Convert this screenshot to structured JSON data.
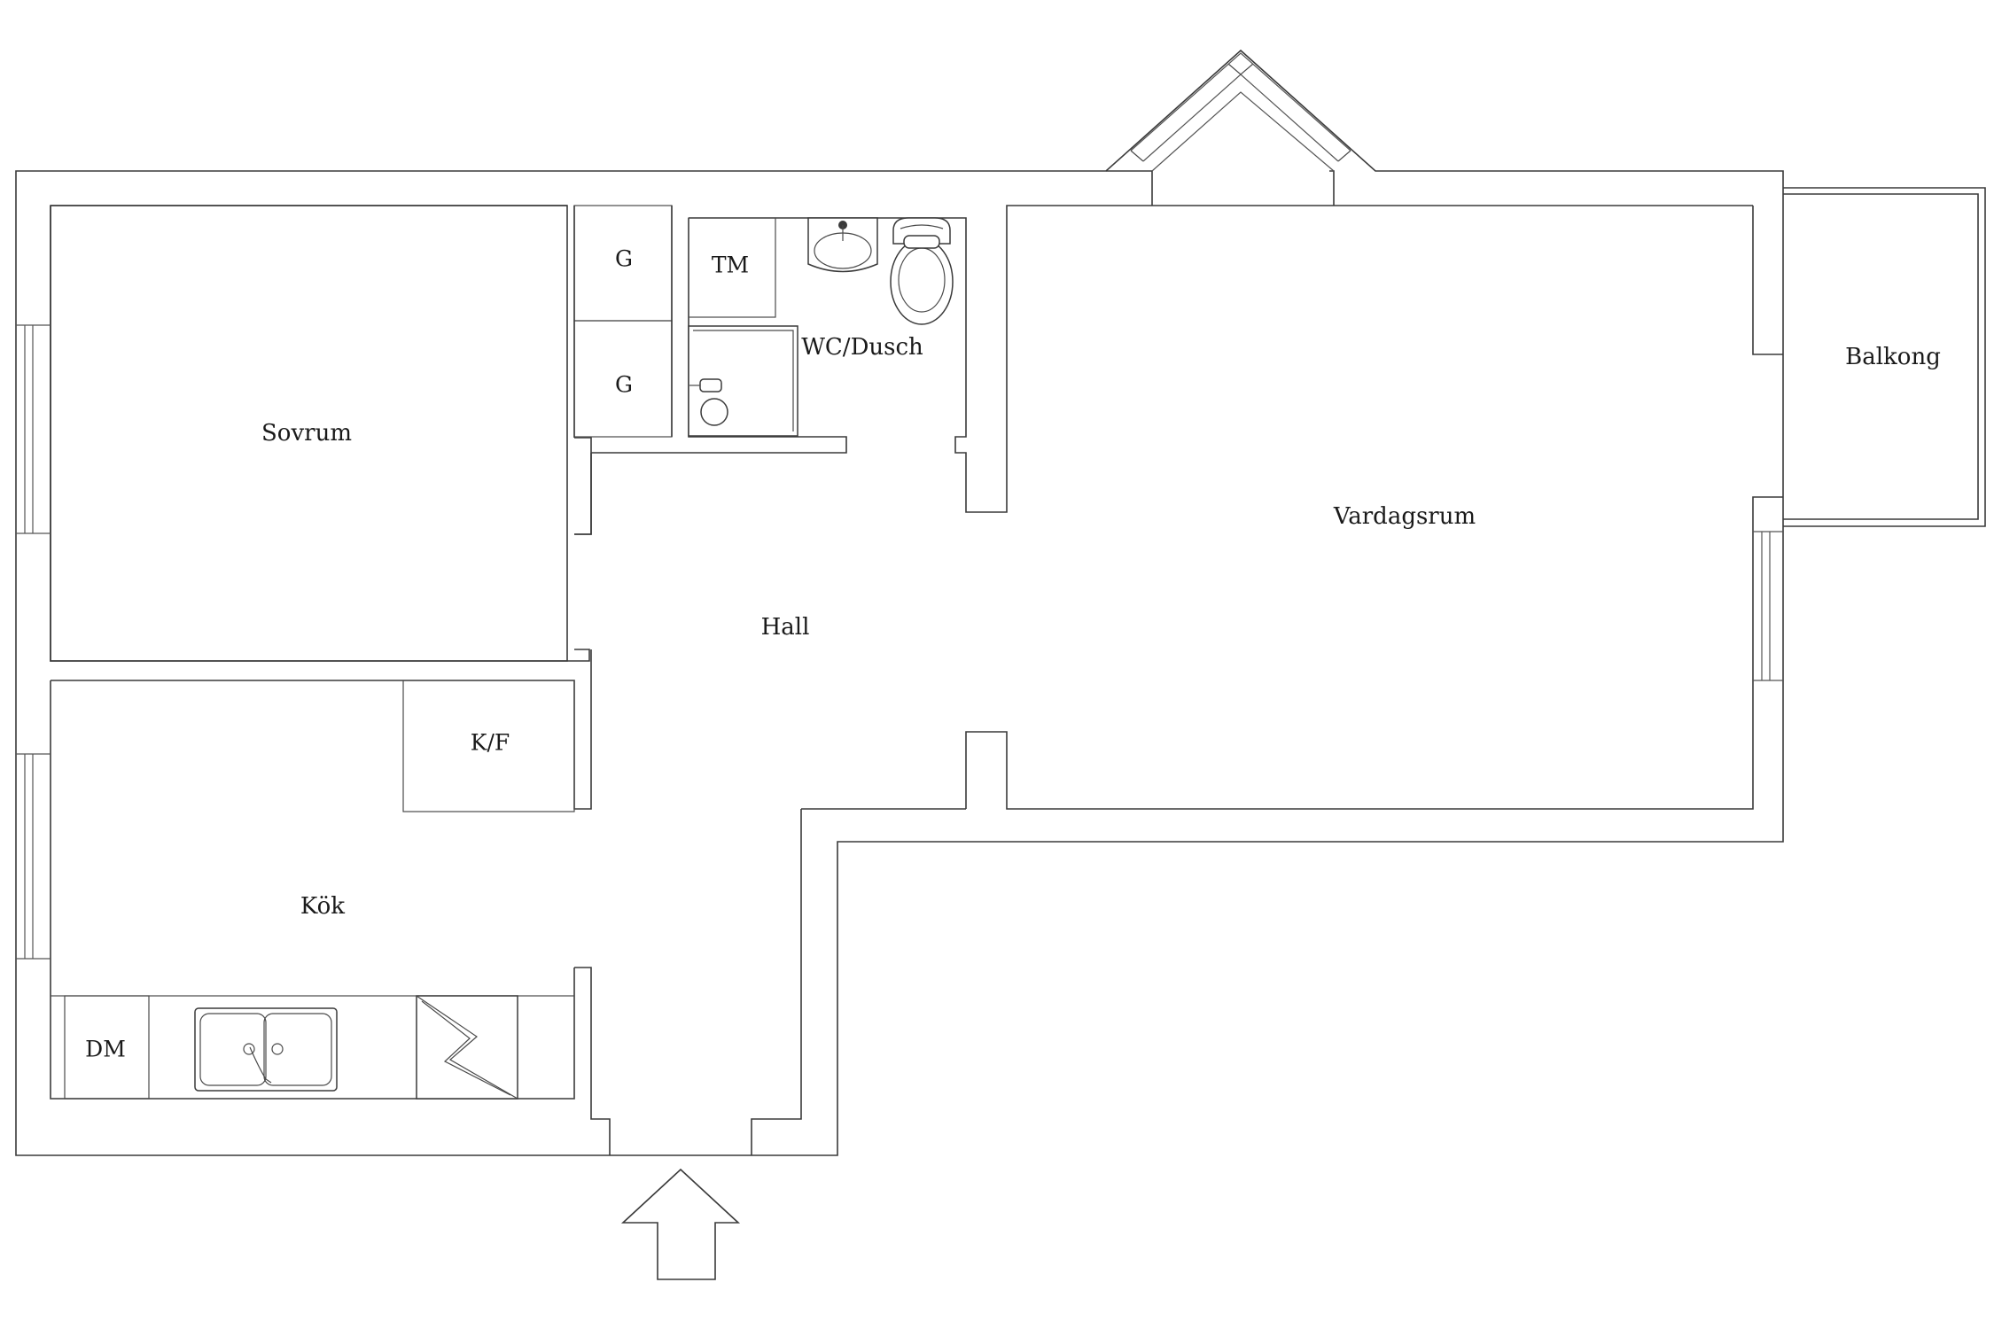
{
  "rooms": {
    "sovrum": "Sovrum",
    "hall": "Hall",
    "vardagsrum": "Vardagsrum",
    "balkong": "Balkong",
    "kok": "Kök",
    "wc": "WC/Dusch"
  },
  "fixtures": {
    "garderob_1": "G",
    "garderob_2": "G",
    "tvattmaskin": "TM",
    "kyl_frys": "K/F",
    "diskmaskin": "DM"
  },
  "colors": {
    "line": "#3a3a3a",
    "background": "#ffffff"
  }
}
